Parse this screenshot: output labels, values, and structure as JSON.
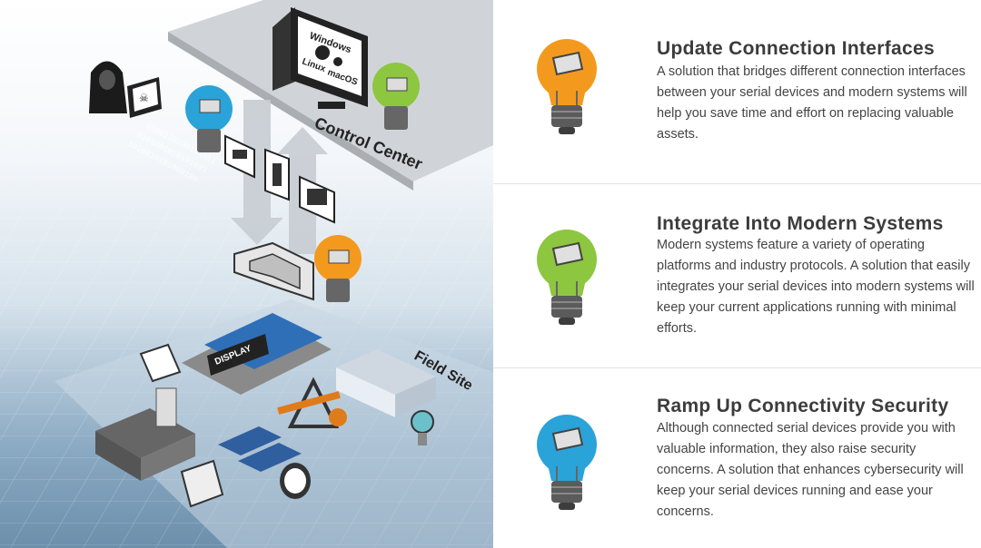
{
  "illustration": {
    "os_labels": [
      "Windows",
      "Linux",
      "macOS"
    ],
    "control_center_label": "Control Center",
    "field_site_label": "Field Site",
    "display_sign": "DISPLAY",
    "binary_text": [
      "0100110100101011",
      "0101001010101001",
      "1010010101000100"
    ],
    "bulb_colors": [
      "#2aa3d9",
      "#8dc63f",
      "#f39a1e"
    ]
  },
  "features": [
    {
      "title": "Update Connection Interfaces",
      "description": "A solution that bridges different connection interfaces between your serial devices and modern systems will help you save time and effort on replacing valuable assets.",
      "bulb_color": "#f39a1e"
    },
    {
      "title": "Integrate Into Modern Systems",
      "description": "Modern systems feature a variety of operating platforms and industry protocols. A solution that easily integrates your serial devices into modern systems will keep your current applications running with minimal efforts.",
      "bulb_color": "#8dc63f"
    },
    {
      "title": "Ramp Up Connectivity Security",
      "description": "Although connected serial devices provide you with valuable information, they also raise security concerns. A solution that enhances cybersecurity will keep your serial devices running and ease your concerns.",
      "bulb_color": "#2aa3d9"
    }
  ]
}
